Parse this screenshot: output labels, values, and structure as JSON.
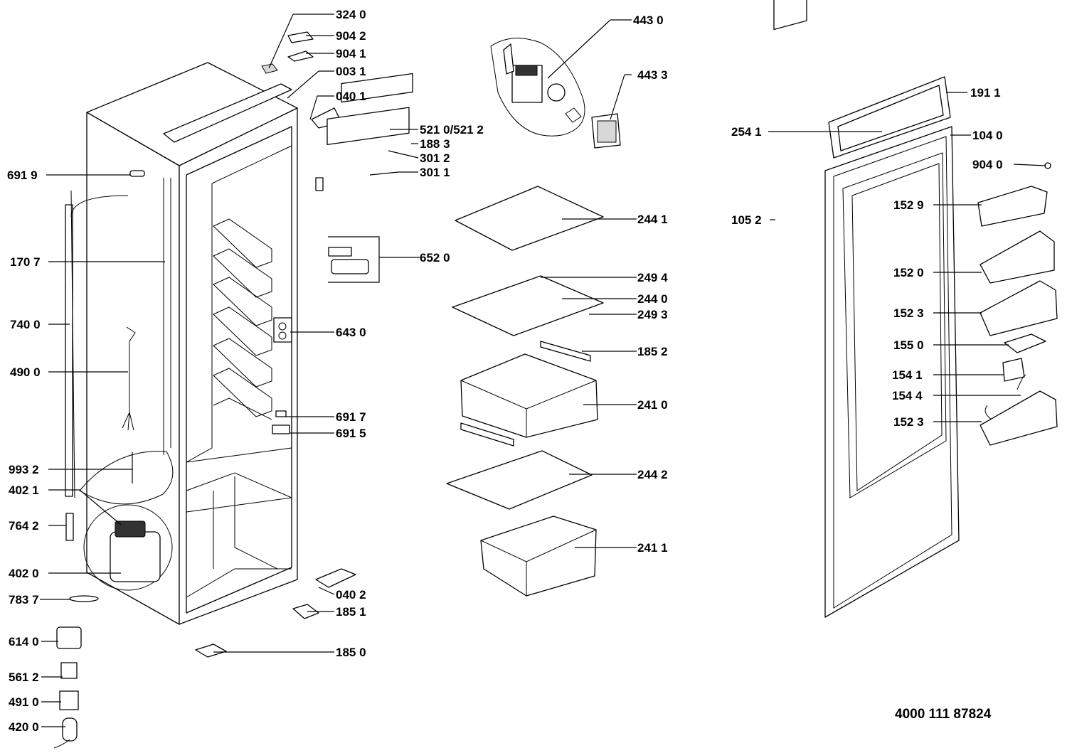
{
  "document_number": "4000 111 87824",
  "labels": {
    "l3240": "324 0",
    "l9042": "904 2",
    "l9041": "904 1",
    "l0031": "003 1",
    "l0401": "040 1",
    "l5210": "521 0/521 2",
    "l1883": "188 3",
    "l3012": "301 2",
    "l3011": "301 1",
    "l6919": "691 9",
    "l1707": "170 7",
    "l7400": "740 0",
    "l4900": "490 0",
    "l6520": "652 0",
    "l6430": "643 0",
    "l6917": "691 7",
    "l6915": "691 5",
    "l9932": "993 2",
    "l4021": "402 1",
    "l7642": "764 2",
    "l4020": "402 0",
    "l0402": "040 2",
    "l7837": "783 7",
    "l1851": "185 1",
    "l6140": "614 0",
    "l1850": "185 0",
    "l5612": "561 2",
    "l4910": "491 0",
    "l4200": "420 0",
    "l4430": "443 0",
    "l4433": "443 3",
    "l2441": "244 1",
    "l2494": "249 4",
    "l2440": "244 0",
    "l2493": "249 3",
    "l1852": "185 2",
    "l2410": "241 0",
    "l2442": "244 2",
    "l2411": "241 1",
    "l1911": "191 1",
    "l2541": "254 1",
    "l1040": "104 0",
    "l9040": "904 0",
    "l1529": "152 9",
    "l1052": "105 2",
    "l1520": "152 0",
    "l1523a": "152 3",
    "l1550": "155 0",
    "l1541": "154 1",
    "l1544": "154 4",
    "l1523b": "152 3"
  }
}
